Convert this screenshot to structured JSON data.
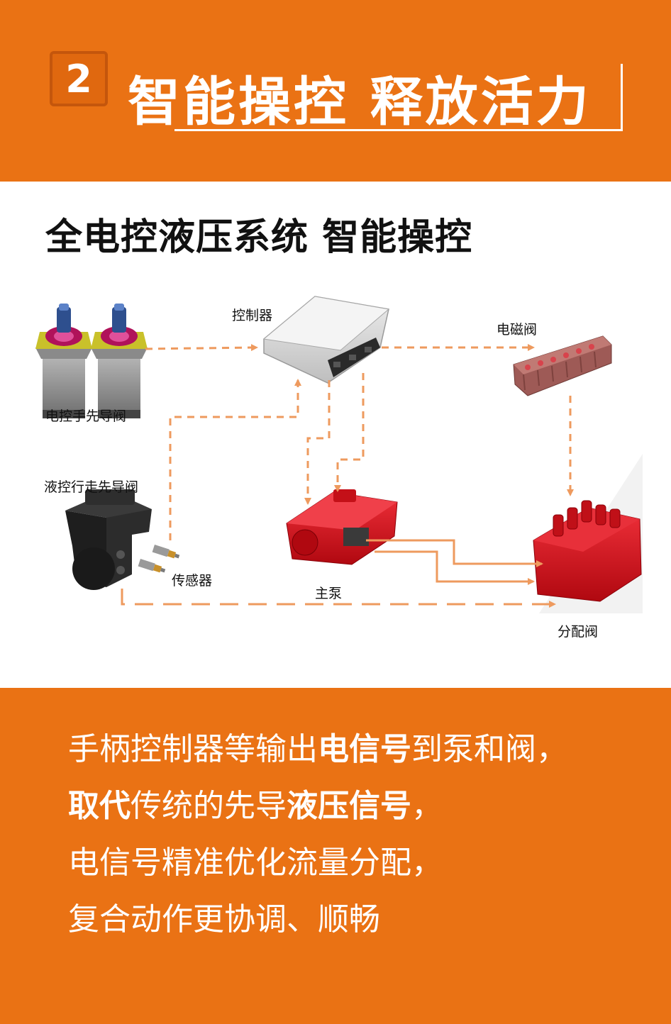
{
  "header": {
    "badge": "2",
    "title": "智能操控 释放活力"
  },
  "section": {
    "title": "全电控液压系统  智能操控"
  },
  "diagram": {
    "labels": {
      "controller": "控制器",
      "solenoid": "电磁阀",
      "electric_pilot": "电控手先导阀",
      "hydraulic_pilot": "液控行走先导阀",
      "sensor": "传感器",
      "main_pump": "主泵",
      "distribution_valve": "分配阀"
    },
    "colors": {
      "arrow": "#EE9A5E",
      "red_part": "#D8121C",
      "controller_body": "#D8D8D8",
      "solenoid_body": "#A0605C"
    }
  },
  "body_text": {
    "line1": {
      "a": "手柄控制器等输出",
      "b": "电信号",
      "c": "到泵和阀，"
    },
    "line2": {
      "a": "取代",
      "b": "传统的先导",
      "c": "液压信号",
      "d": "，"
    },
    "line3": "电信号精准优化流量分配，",
    "line4": "复合动作更协调、顺畅"
  },
  "colors": {
    "brand_orange": "#EA7214",
    "white": "#FFFFFF"
  }
}
